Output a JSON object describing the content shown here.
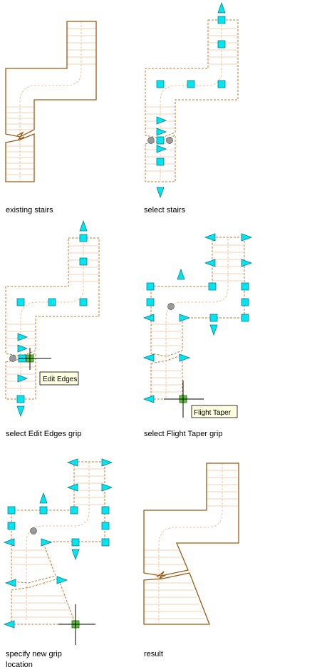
{
  "panels": [
    {
      "caption_lines": [
        "existing stairs"
      ]
    },
    {
      "caption_lines": [
        "select stairs"
      ]
    },
    {
      "caption_lines": [
        "select Edit Edges grip"
      ],
      "tooltip": "Edit Edges"
    },
    {
      "caption_lines": [
        "select Flight Taper grip"
      ],
      "tooltip": "Flight Taper"
    },
    {
      "caption_lines": [
        "specify new grip",
        "location"
      ]
    },
    {
      "caption_lines": [
        "result"
      ]
    }
  ],
  "colors": {
    "stair_outline": "#9c5a12",
    "tread_lines": "#f1c49c",
    "grip_fill": "#00e5ef",
    "active_grip": "#5bbf3a",
    "tooltip_fill": "#ffffe1"
  },
  "icons": [
    "triangle-grip-icon",
    "square-grip-icon",
    "circle-grip-icon",
    "crosshair-icon"
  ]
}
